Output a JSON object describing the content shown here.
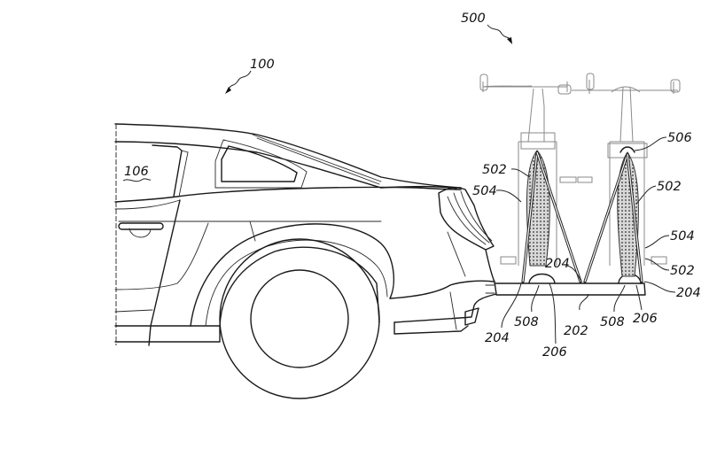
{
  "figure": {
    "description": "Patent drawing: rear of a vehicle with a hitch-mounted bicycle carrier holding two bicycles",
    "reference_numerals": {
      "vehicle": "100",
      "vehicle_window": "106",
      "bike_carrier_assembly": "500",
      "carrier_bar": "202",
      "mount_204_left": "204",
      "mount_204_center": "204",
      "mount_204_right": "204",
      "wheel_holder_206_left": "206",
      "wheel_holder_206_right": "206",
      "strap_502_left": "502",
      "strap_502_right_upper": "502",
      "strap_502_right_lower": "502",
      "strap_504_left": "504",
      "strap_504_right": "504",
      "frame_clamp_506": "506",
      "wheel_cradle_508_left": "508",
      "wheel_cradle_508_right": "508"
    }
  }
}
